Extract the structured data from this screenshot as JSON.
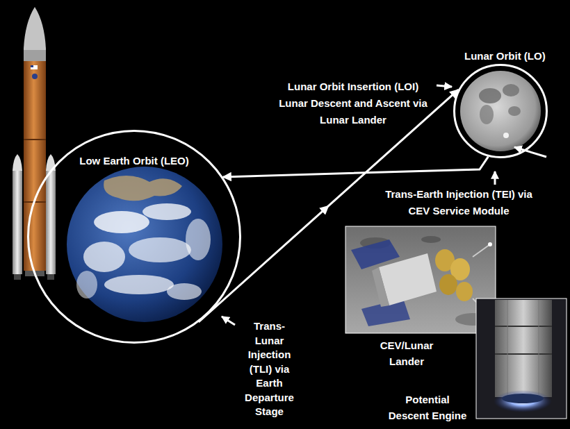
{
  "diagram": {
    "nodes": [
      {
        "text": [
          "Low Earth Orbit (LEO)"
        ]
      },
      {
        "text": [
          "Lunar Orbit (LO)"
        ]
      }
    ],
    "edges": [
      {
        "from": 0,
        "to": 1,
        "arrow": "to"
      },
      {
        "from": 1,
        "to": 0,
        "arrow": "to"
      }
    ],
    "labels": [
      "Lunar Orbit Insertion (LOI)",
      "Lunar Descent and Ascent via Lunar Lander",
      "Trans-Earth Injection (TEI) via CEV Service Module",
      "Trans-Lunar Injection (TLI) via Earth Departure Stage",
      "CEV/Lunar Lander",
      "Potential Descent Engine"
    ]
  }
}
